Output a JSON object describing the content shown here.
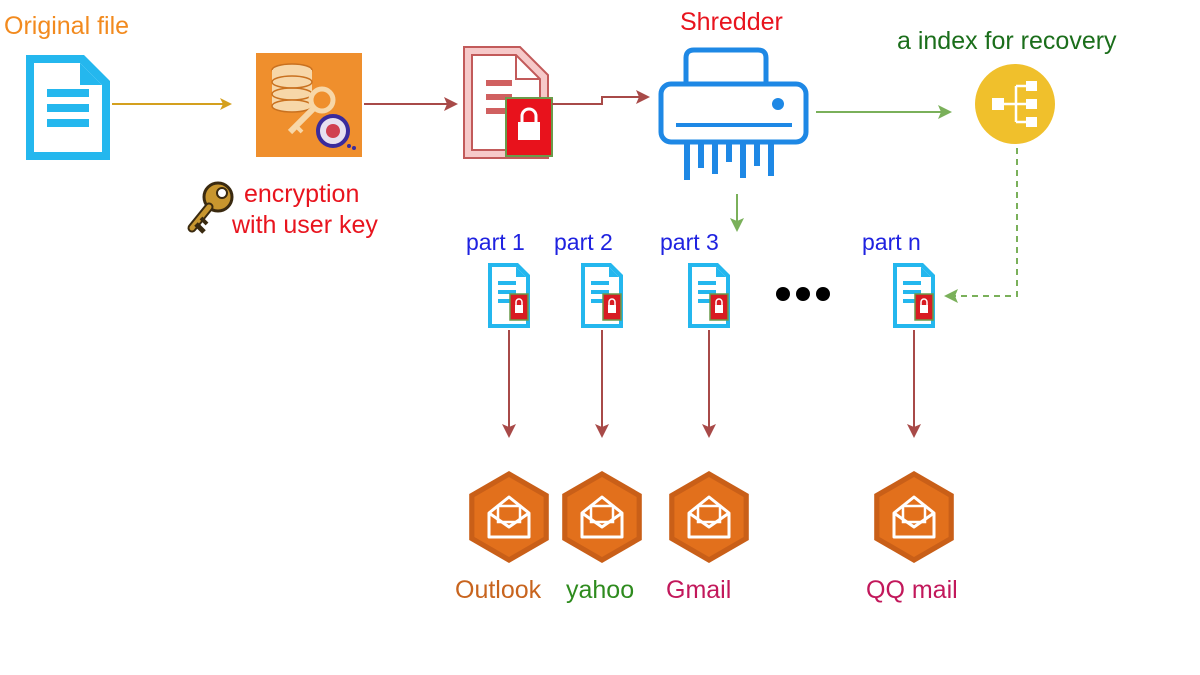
{
  "labels": {
    "original_file": "Original file",
    "encryption_line1": "encryption",
    "encryption_line2": "with user key",
    "shredder": "Shredder",
    "index": "a index for recovery"
  },
  "parts": [
    {
      "label": "part 1",
      "mail": "Outlook",
      "mail_color": "#c8641e"
    },
    {
      "label": "part 2",
      "mail": "yahoo",
      "mail_color": "#2e8b1e"
    },
    {
      "label": "part 3",
      "mail": "Gmail",
      "mail_color": "#c2185b"
    },
    {
      "label": "part n",
      "mail": "QQ mail",
      "mail_color": "#c2185b"
    }
  ],
  "colors": {
    "original_file": "#f28a1e",
    "encryption": "#e8141e",
    "shredder": "#e8141e",
    "index": "#1b6e1b",
    "parts": "#1f22e0",
    "arrow_gold": "#d4a01e",
    "arrow_red": "#a84a48",
    "arrow_green": "#7ab05a",
    "file_blue": "#24b7ee",
    "shredder_blue": "#1e88e5",
    "mail_orange": "#e2701c",
    "index_yellow": "#f0c02c"
  },
  "icons": {
    "original_file": "document-icon",
    "encryption": "database-key-icon",
    "encrypted_file": "locked-document-icon",
    "shredder": "shredder-icon",
    "index": "hierarchy-icon",
    "key": "key-icon",
    "part": "locked-document-icon",
    "mail": "mail-hexagon-icon"
  }
}
